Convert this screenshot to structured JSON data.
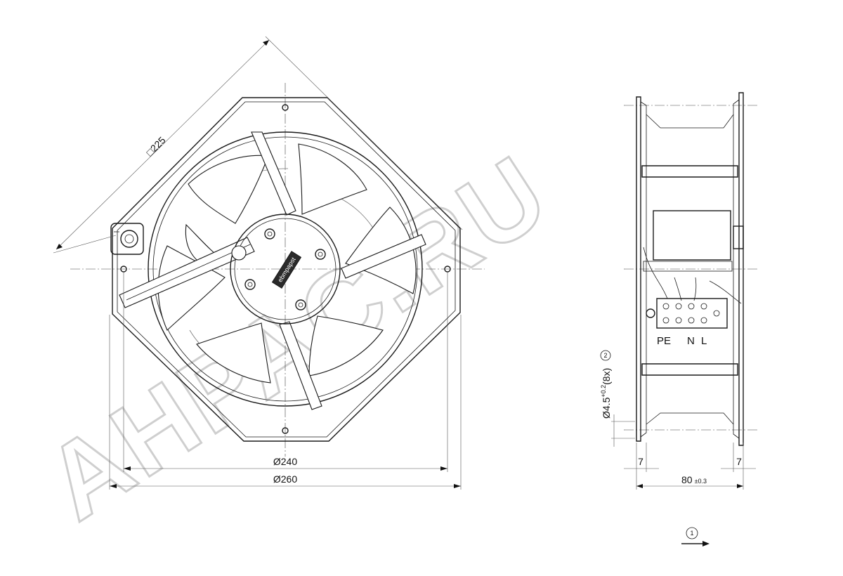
{
  "dimensions": {
    "diag_square": "□225",
    "dia_240": "Ø240",
    "dia_260": "Ø260",
    "hole_main": "Ø4.5",
    "hole_tol": "+0.2",
    "hole_count": "(8x)",
    "hole_note": "2",
    "depth_main": "80",
    "depth_tol": "±0.3",
    "flange_left": "7",
    "flange_right": "7"
  },
  "terminals": {
    "pe": "PE",
    "n": "N",
    "l": "L"
  },
  "arrow_note": "1",
  "logo_text": "ebmpapst",
  "watermark": "AHPAC.RU"
}
